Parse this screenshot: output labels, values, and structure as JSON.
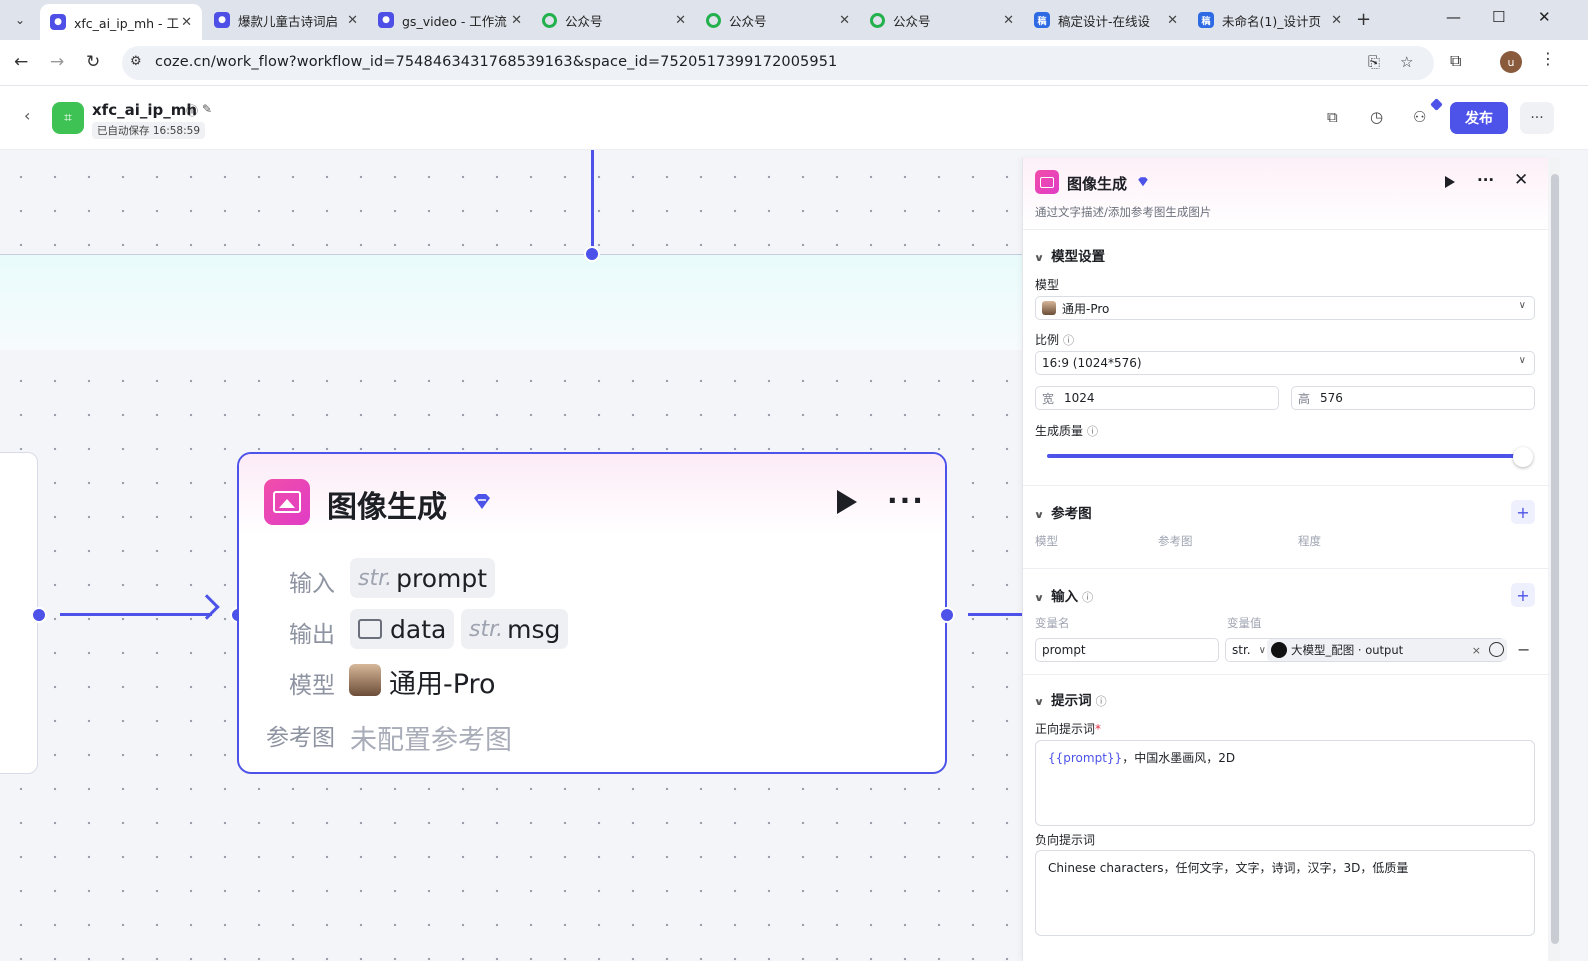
{
  "browser": {
    "tabs": [
      {
        "title": "xfc_ai_ip_mh - 工",
        "icon": "coze-favicon",
        "active": true
      },
      {
        "title": "爆款儿童古诗词启",
        "icon": "coze-favicon",
        "active": false
      },
      {
        "title": "gs_video - 工作流",
        "icon": "coze-favicon",
        "active": false
      },
      {
        "title": "公众号",
        "icon": "wechat-favicon",
        "active": false
      },
      {
        "title": "公众号",
        "icon": "wechat-favicon",
        "active": false
      },
      {
        "title": "公众号",
        "icon": "wechat-favicon",
        "active": false
      },
      {
        "title": "稿定设计-在线设",
        "icon": "gaoding-favicon",
        "active": false
      },
      {
        "title": "未命名(1)_设计页",
        "icon": "gaoding-favicon",
        "active": false
      }
    ],
    "url": "coze.cn/work_flow?workflow_id=7548463431768539163&space_id=7520517399172005951",
    "avatar_letter": "u",
    "favicon_letter": "稿"
  },
  "header": {
    "workflow_name": "xfc_ai_ip_mh",
    "autosave": "已自动保存 16:58:59",
    "publish_label": "发布"
  },
  "node": {
    "title": "图像生成",
    "input_label": "输入",
    "output_label": "输出",
    "model_label": "模型",
    "ref_label": "参考图",
    "input_type": "str.",
    "input_var": "prompt",
    "output_data": "data",
    "output_msg_type": "str.",
    "output_msg": "msg",
    "model_name": "通用-Pro",
    "ref_value": "未配置参考图"
  },
  "panel": {
    "title": "图像生成",
    "description": "通过文字描述/添加参考图生成图片",
    "model_section": "模型设置",
    "model_label": "模型",
    "model_value": "通用-Pro",
    "ratio_label": "比例",
    "ratio_value": "16:9 (1024*576)",
    "width_prefix": "宽",
    "width_value": "1024",
    "height_prefix": "高",
    "height_value": "576",
    "quality_label": "生成质量",
    "quality_level": 1.0,
    "ref_section": "参考图",
    "ref_col_model": "模型",
    "ref_col_image": "参考图",
    "ref_col_degree": "程度",
    "input_section": "输入",
    "var_name_col": "变量名",
    "var_value_col": "变量值",
    "var_name": "prompt",
    "var_type": "str.",
    "var_ref": "大模型_配图 · output",
    "prompt_section": "提示词",
    "positive_label": "正向提示词",
    "positive_var": "{{prompt}}",
    "positive_rest": "，中国水墨画风，2D",
    "negative_label": "负向提示词",
    "negative_text": "Chinese characters，任何文字，文字，诗词，汉字，3D，低质量"
  },
  "colors": {
    "accent": "#4d53e8",
    "node_icon": "#e03cc6",
    "wf_logo": "#3ec254"
  }
}
